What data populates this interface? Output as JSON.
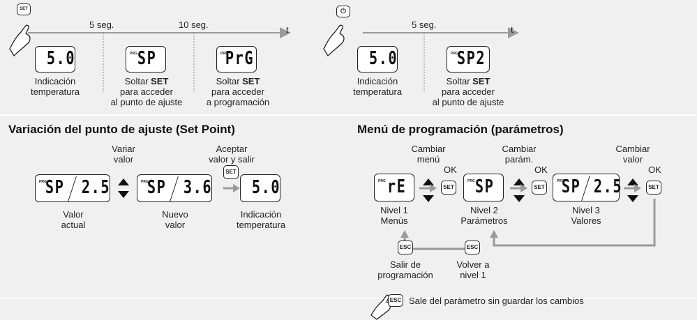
{
  "timeline_left": {
    "marks": [
      "5 seg.",
      "10 seg."
    ],
    "axis": "t",
    "button": "SET",
    "displays": [
      "5.0",
      "SP",
      "PrG"
    ],
    "prg_tag": "PRG",
    "captions": {
      "c1_l1": "Indicación",
      "c1_l2": "temperatura",
      "c2_l1a": "Soltar ",
      "c2_l1b": "SET",
      "c2_l2": "para acceder",
      "c2_l3": "al punto de ajuste",
      "c3_l1a": "Soltar ",
      "c3_l1b": "SET",
      "c3_l2": "para acceder",
      "c3_l3": "a programación"
    }
  },
  "timeline_right": {
    "mark": "5 seg.",
    "axis": "t",
    "button": "⏻",
    "displays": [
      "5.0",
      "SP2"
    ],
    "captions": {
      "c1_l1": "Indicación",
      "c1_l2": "temperatura",
      "c2_l1a": "Soltar ",
      "c2_l1b": "SET",
      "c2_l2": "para acceder",
      "c2_l3": "al punto de ajuste"
    }
  },
  "setpoint": {
    "title": "Variación del punto de ajuste (Set Point)",
    "vary_l1": "Variar",
    "vary_l2": "valor",
    "accept_l1": "Aceptar",
    "accept_l2": "valor y salir",
    "set_btn": "SET",
    "d1_name": "SP",
    "d1_val": "2.5",
    "d2_name": "SP",
    "d2_val": "3.6",
    "d3_val": "5.0",
    "lab1_l1": "Valor",
    "lab1_l2": "actual",
    "lab2_l1": "Nuevo",
    "lab2_l2": "valor",
    "lab3_l1": "Indicación",
    "lab3_l2": "temperatura"
  },
  "menu": {
    "title": "Menú de programación (parámetros)",
    "chg1_l1": "Cambiar",
    "chg1_l2": "menú",
    "chg2_l1": "Cambiar",
    "chg2_l2": "parám.",
    "chg3_l1": "Cambiar",
    "chg3_l2": "valor",
    "ok": "OK",
    "set_btn": "SET",
    "esc_btn": "ESC",
    "d1": "rE",
    "d2": "SP",
    "d3_name": "SP",
    "d3_val": "2.5",
    "n1_l1": "Nivel 1",
    "n1_l2": "Menús",
    "n2_l1": "Nivel 2",
    "n2_l2": "Parámetros",
    "n3_l1": "Nivel 3",
    "n3_l2": "Valores",
    "exit_l1": "Salir de",
    "exit_l2": "programación",
    "back_l1": "Volver a",
    "back_l2": "nivel 1",
    "footer": "Sale del parámetro sin guardar los cambios"
  },
  "colors": {
    "arrow_grey": "#9a9a9a",
    "background": "#f0f0f0",
    "display_bg": "#ffffff"
  }
}
